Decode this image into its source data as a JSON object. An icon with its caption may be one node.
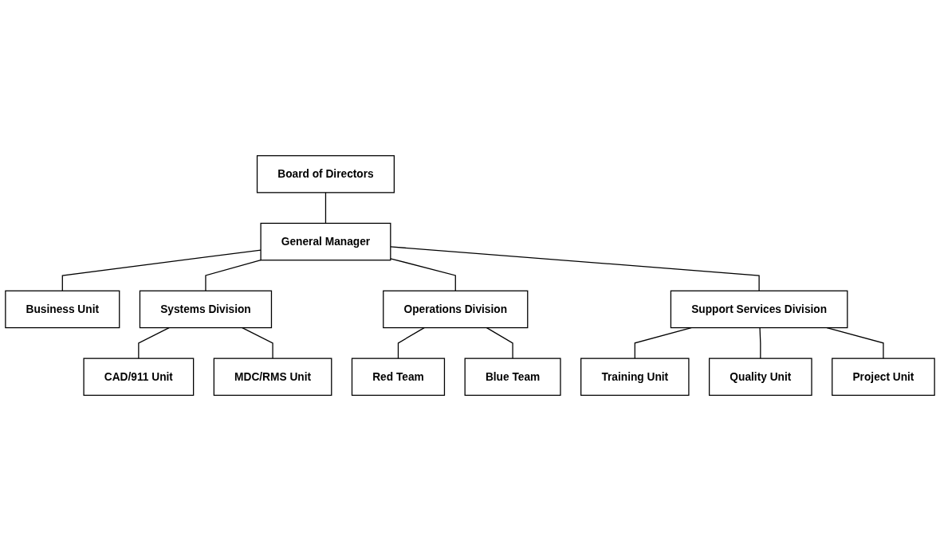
{
  "diagram": {
    "nodes": [
      {
        "text": [
          "Board of Directors"
        ]
      },
      {
        "text": [
          "General Manager"
        ]
      },
      {
        "text": [
          "Business Unit"
        ]
      },
      {
        "text": [
          "Systems Division"
        ]
      },
      {
        "text": [
          "Operations Division"
        ]
      },
      {
        "text": [
          "Support Services Division"
        ]
      },
      {
        "text": [
          "CAD/911 Unit"
        ]
      },
      {
        "text": [
          "MDC/RMS Unit"
        ]
      },
      {
        "text": [
          "Red Team"
        ]
      },
      {
        "text": [
          "Blue Team"
        ]
      },
      {
        "text": [
          "Training Unit"
        ]
      },
      {
        "text": [
          "Quality Unit"
        ]
      },
      {
        "text": [
          "Project Unit"
        ]
      }
    ],
    "edges": [
      {
        "from": 0,
        "to": 1,
        "arrow": "none"
      },
      {
        "from": 1,
        "to": 2,
        "arrow": "none"
      },
      {
        "from": 1,
        "to": 3,
        "arrow": "none"
      },
      {
        "from": 1,
        "to": 4,
        "arrow": "none"
      },
      {
        "from": 1,
        "to": 5,
        "arrow": "none"
      },
      {
        "from": 3,
        "to": 6,
        "arrow": "none"
      },
      {
        "from": 3,
        "to": 7,
        "arrow": "none"
      },
      {
        "from": 4,
        "to": 8,
        "arrow": "none"
      },
      {
        "from": 4,
        "to": 9,
        "arrow": "none"
      },
      {
        "from": 5,
        "to": 10,
        "arrow": "none"
      },
      {
        "from": 5,
        "to": 11,
        "arrow": "none"
      },
      {
        "from": 5,
        "to": 12,
        "arrow": "none"
      }
    ]
  }
}
